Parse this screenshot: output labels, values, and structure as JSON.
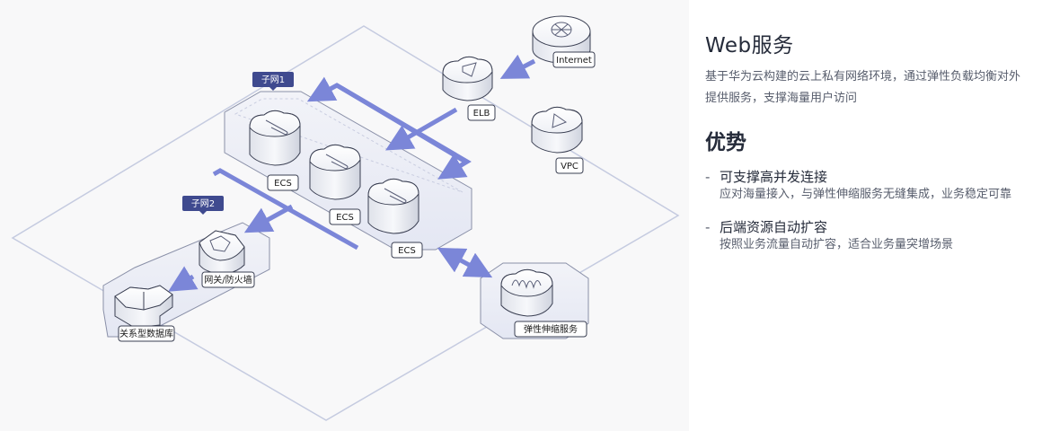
{
  "diagram": {
    "nodes": {
      "internet": "Internet",
      "elb": "ELB",
      "vpc": "VPC",
      "ecs1": "ECS",
      "ecs2": "ECS",
      "ecs3": "ECS",
      "firewall": "网关/防火墙",
      "database": "关系型数据库",
      "autoscaling": "弹性伸缩服务"
    },
    "subnets": {
      "subnet1": "子网1",
      "subnet2": "子网2"
    },
    "colors": {
      "arrow": "#7b86d8",
      "subnet_tag": "#3f4a8f",
      "vpc_border": "#c5cbe0"
    }
  },
  "info": {
    "title": "Web服务",
    "description": "基于华为云构建的云上私有网络环境，通过弹性负载均衡对外提供服务，支撑海量用户访问",
    "advantages_title": "优势",
    "advantages": [
      {
        "dash": "-",
        "heading": "可支撑高并发连接",
        "detail": "应对海量接入，与弹性伸缩服务无缝集成，业务稳定可靠"
      },
      {
        "dash": "-",
        "heading": "后端资源自动扩容",
        "detail": "按照业务流量自动扩容，适合业务量突增场景"
      }
    ]
  }
}
